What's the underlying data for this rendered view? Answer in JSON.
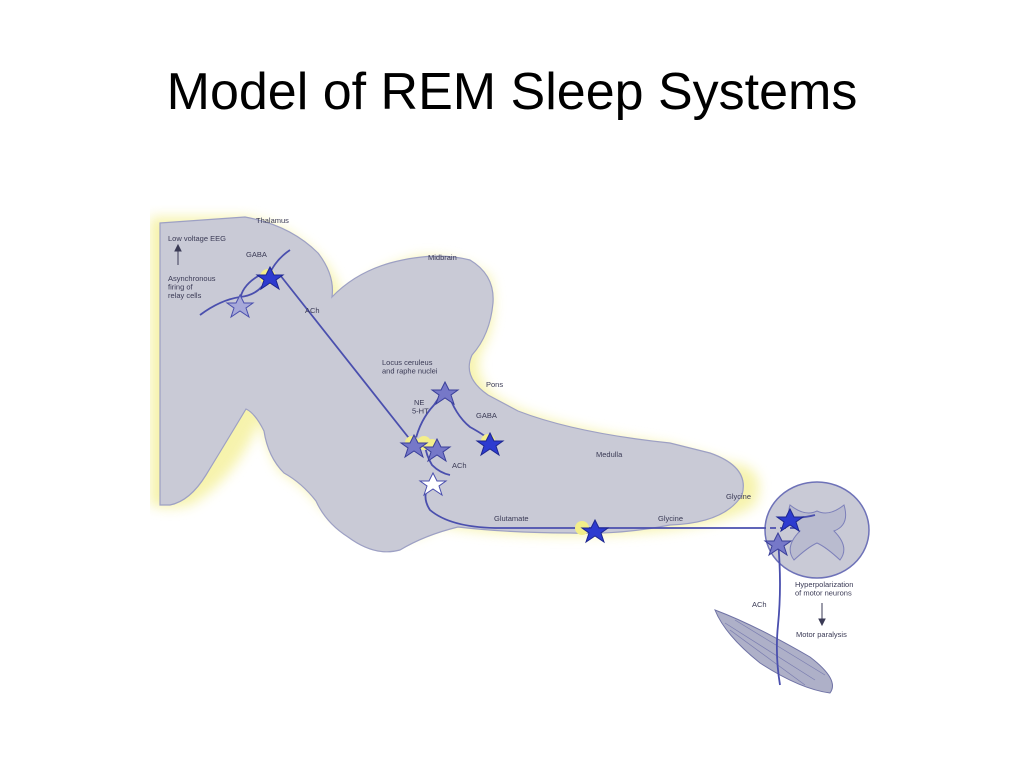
{
  "slide": {
    "title": "Model of REM Sleep Systems"
  },
  "colors": {
    "background": "#ffffff",
    "brain_fill": "#c9cad6",
    "brain_edge": "#9da0c4",
    "yellow_glow": "#f3ee8a",
    "axon": "#4a4fae",
    "neuron_dark": "#2d3bd0",
    "neuron_mid": "#7678c8",
    "neuron_light": "#a7a9d9",
    "muscle": "#8a8ab0"
  },
  "diagram": {
    "labels": {
      "thalamus": "Thalamus",
      "low_voltage_eeg": "Low voltage EEG",
      "gaba_thalamus": "GABA",
      "asynchronous_firing": [
        "Asynchronous",
        "firing of",
        "relay cells"
      ],
      "ach_upper": "ACh",
      "midbrain": "Midbrain",
      "locus_ceruleus": [
        "Locus ceruleus",
        "and raphe nuclei"
      ],
      "pons": "Pons",
      "ne_5ht": [
        "NE",
        "5-HT"
      ],
      "gaba_pons": "GABA",
      "ach_pons": "ACh",
      "medulla": "Medulla",
      "glutamate": "Glutamate",
      "glycine_axon": "Glycine",
      "glycine_cord": "Glycine",
      "hyperpolarization": [
        "Hyperpolarization",
        "of motor neurons"
      ],
      "ach_motor": "ACh",
      "motor_paralysis": "Motor paralysis"
    }
  }
}
